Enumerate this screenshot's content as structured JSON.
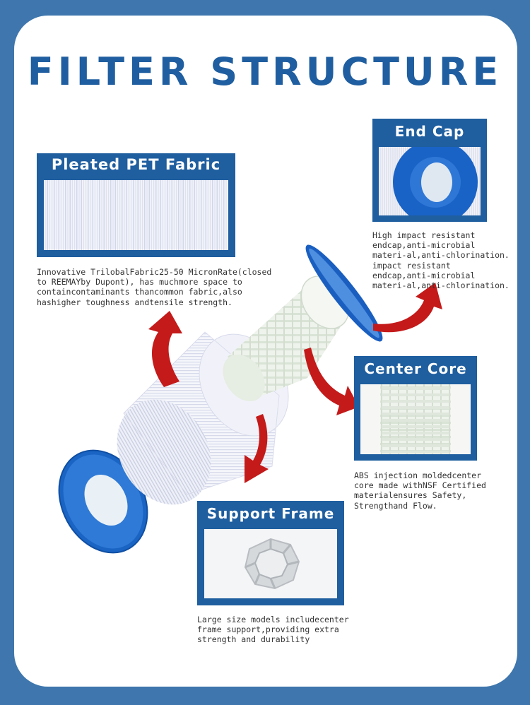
{
  "title": "FILTER STRUCTURE",
  "colors": {
    "background": "#3e76ad",
    "card": "#ffffff",
    "accent_blue": "#1f5e9f",
    "arrow_red": "#c41a1a"
  },
  "sections": {
    "pleated": {
      "label": "Pleated PET Fabric",
      "description": "Innovative TrilobalFabric25-50 MicronRate(closed\nto REEMAYby Dupont), has muchmore space to\ncontaincontaminants thancommon fabric,also\nhashigher toughness andtensile strength."
    },
    "endcap": {
      "label": "End Cap",
      "description": "High impact resistant\nendcap,anti-microbial\nmateri-al,anti-chlorination.\nimpact resistant\nendcap,anti-microbial\nmateri-al,anti-chlorination."
    },
    "core": {
      "label": "Center Core",
      "description": "ABS injection moldedcenter\ncore made withNSF Certified\nmaterialensures Safety,\nStrengthand Flow."
    },
    "frame": {
      "label": "Support Frame",
      "description": "Large size models includecenter\nframe support,providing extra\nstrength and durability"
    }
  }
}
